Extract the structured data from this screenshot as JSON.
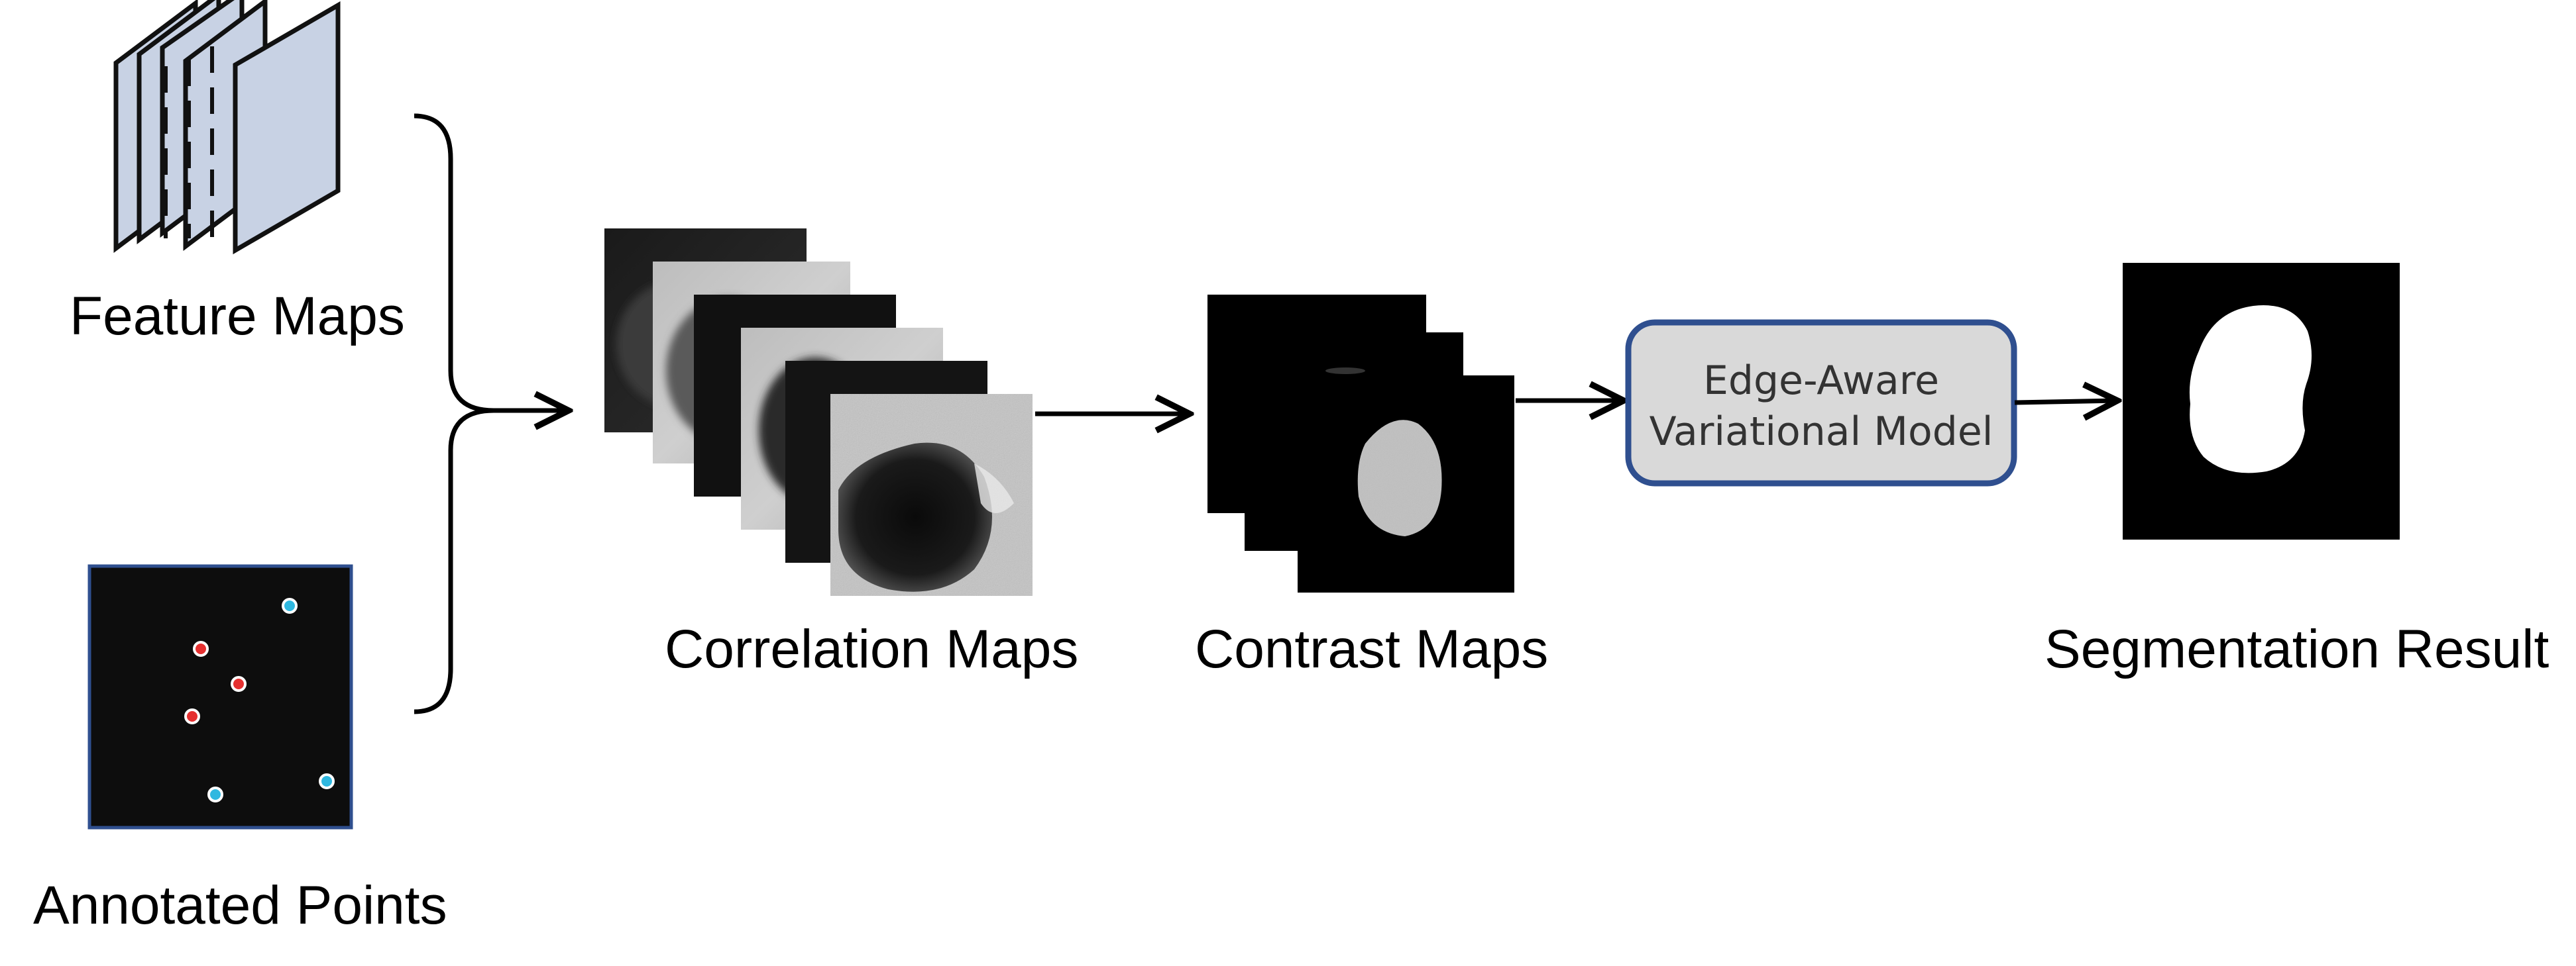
{
  "labels": {
    "feature_maps": "Feature Maps",
    "annotated_points": "Annotated Points",
    "correlation_maps": "Correlation Maps",
    "contrast_maps": "Contrast Maps",
    "segmentation_result": "Segmentation Result"
  },
  "model_box": {
    "line1": "Edge-Aware",
    "line2": "Variational Model"
  },
  "colors": {
    "feature_map_fill": "#c8d2e4",
    "model_box_fill": "#d9d9d9",
    "model_box_border": "#2f4f8f",
    "positive_point": "#e53030",
    "negative_point": "#2fb8e0",
    "annotated_panel_border": "#2f4f8f"
  },
  "annotated_points": {
    "positive_count": 3,
    "negative_count": 3
  }
}
